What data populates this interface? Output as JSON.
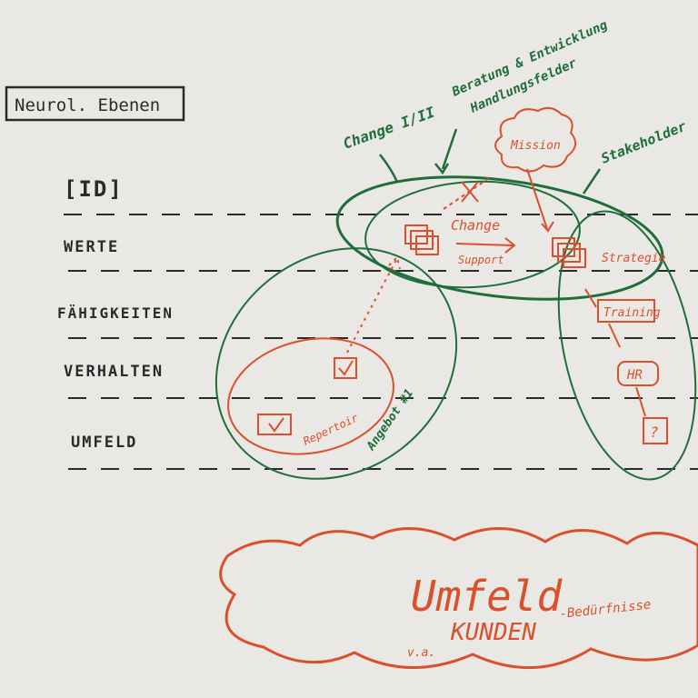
{
  "colors": {
    "board": "#e9e8e4",
    "ink_dark": "#2a2a2a",
    "ink_green": "#1f6e3a",
    "ink_red": "#d8512c"
  },
  "title": "Neurol. Ebenen",
  "levels": [
    "[ID]",
    "WERTE",
    "FÄHIGKEITEN",
    "VERHALTEN",
    "UMFELD"
  ],
  "green_labels": {
    "change": "Change I/II",
    "note_line1": "Beratung & Entwicklung",
    "note_line2": "Handlungsfelder",
    "stakeholder": "Stakeholder",
    "angebot": "Angebot #1"
  },
  "red_labels": {
    "mission": "Mission",
    "change_center": "Change",
    "support": "Support",
    "strategie": "Strategie",
    "training": "Training",
    "hr": "HR",
    "question": "?",
    "repertoir": "Repertoir",
    "cloud_title": "Umfeld",
    "cloud_sub_prefix": "v.a.",
    "cloud_sub_main": "KUNDEN",
    "cloud_sub_suffix": "-Bedürfnisse"
  },
  "icons": [
    "document-stack-icon",
    "checkbox-icon",
    "arrow-icon",
    "cloud-icon"
  ]
}
